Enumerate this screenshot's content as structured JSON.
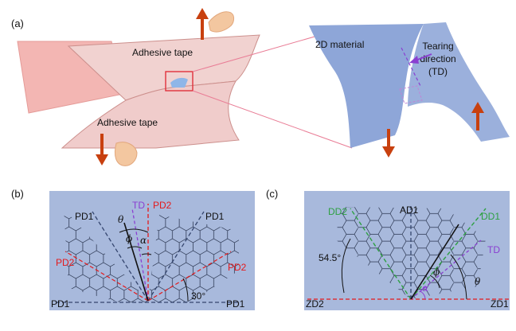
{
  "panels": {
    "a": {
      "label": "(a)",
      "tape_top": "Adhesive tape",
      "tape_bottom": "Adhesive tape",
      "material": "2D material",
      "tear_line1": "Tearing",
      "tear_line2": "direction",
      "tear_line3": "(TD)"
    },
    "b": {
      "label": "(b)",
      "pd1_tl": "PD1",
      "pd1_tr": "PD1",
      "pd1_bl": "PD1",
      "pd1_br": "PD1",
      "pd2_top": "PD2",
      "pd2_left": "PD2",
      "pd2_right": "PD2",
      "td": "TD",
      "theta": "θ",
      "phi": "ϕ",
      "alpha": "α",
      "angle": "30°"
    },
    "c": {
      "label": "(c)",
      "dd2": "DD2",
      "ad1": "AD1",
      "dd1": "DD1",
      "td": "TD",
      "angle": "54.5°",
      "phi": "ϕ",
      "alpha": "α",
      "theta": "θ",
      "zd2": "ZD2",
      "zd1": "ZD1"
    }
  },
  "colors": {
    "panel_bg": "#a8b9dc",
    "material": "#8ea6d8",
    "tape": "#f1d2d0",
    "tape_edge": "#d98d8a",
    "red": "#e41a1c",
    "blue_dash": "#34456e",
    "green": "#2ea043",
    "purple": "#8a3fd1",
    "arrow": "#c8400f",
    "hand": "#f3c7a0"
  },
  "icons": {
    "hand": "hand-icon",
    "arrow": "arrow-icon"
  }
}
